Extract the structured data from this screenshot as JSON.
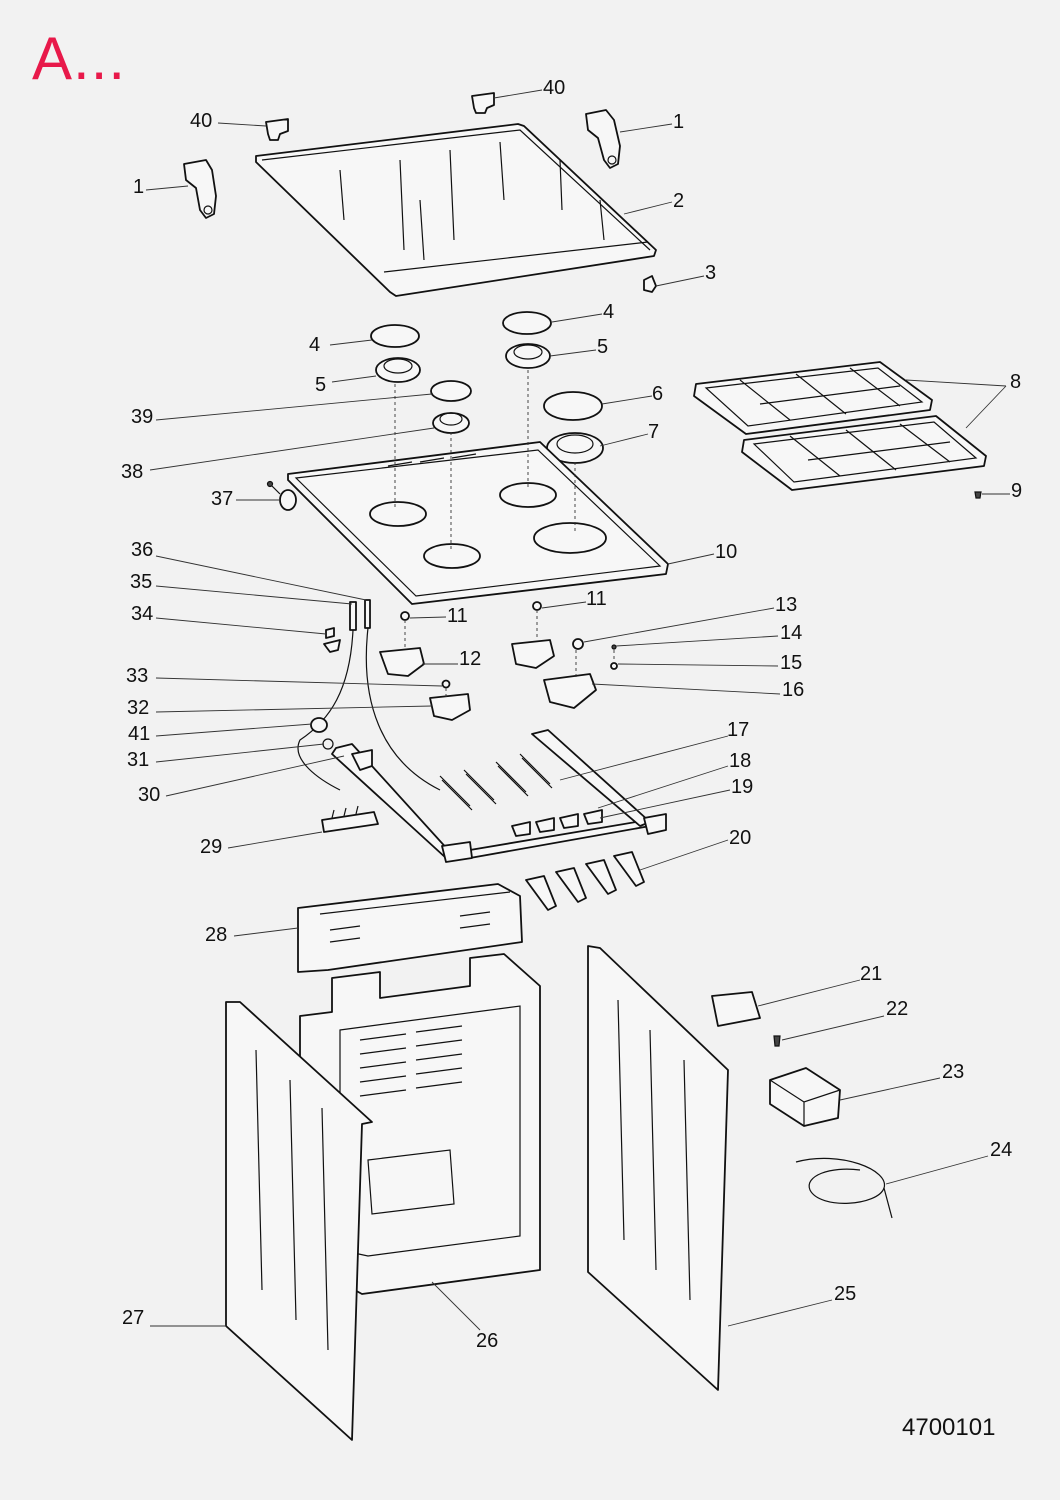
{
  "header": {
    "title": "A..."
  },
  "footer": {
    "document_number": "4700101"
  },
  "callouts": [
    {
      "id": "c40a",
      "label": "40"
    },
    {
      "id": "c40b",
      "label": "40"
    },
    {
      "id": "c1a",
      "label": "1"
    },
    {
      "id": "c1b",
      "label": "1"
    },
    {
      "id": "c2",
      "label": "2"
    },
    {
      "id": "c3",
      "label": "3"
    },
    {
      "id": "c4a",
      "label": "4"
    },
    {
      "id": "c4b",
      "label": "4"
    },
    {
      "id": "c5a",
      "label": "5"
    },
    {
      "id": "c5b",
      "label": "5"
    },
    {
      "id": "c6",
      "label": "6"
    },
    {
      "id": "c7",
      "label": "7"
    },
    {
      "id": "c8",
      "label": "8"
    },
    {
      "id": "c9",
      "label": "9"
    },
    {
      "id": "c10",
      "label": "10"
    },
    {
      "id": "c11a",
      "label": "11"
    },
    {
      "id": "c11b",
      "label": "11"
    },
    {
      "id": "c12",
      "label": "12"
    },
    {
      "id": "c13",
      "label": "13"
    },
    {
      "id": "c14",
      "label": "14"
    },
    {
      "id": "c15",
      "label": "15"
    },
    {
      "id": "c16",
      "label": "16"
    },
    {
      "id": "c17",
      "label": "17"
    },
    {
      "id": "c18",
      "label": "18"
    },
    {
      "id": "c19",
      "label": "19"
    },
    {
      "id": "c20",
      "label": "20"
    },
    {
      "id": "c21",
      "label": "21"
    },
    {
      "id": "c22",
      "label": "22"
    },
    {
      "id": "c23",
      "label": "23"
    },
    {
      "id": "c24",
      "label": "24"
    },
    {
      "id": "c25",
      "label": "25"
    },
    {
      "id": "c26",
      "label": "26"
    },
    {
      "id": "c27",
      "label": "27"
    },
    {
      "id": "c28",
      "label": "28"
    },
    {
      "id": "c29",
      "label": "29"
    },
    {
      "id": "c30",
      "label": "30"
    },
    {
      "id": "c31",
      "label": "31"
    },
    {
      "id": "c32",
      "label": "32"
    },
    {
      "id": "c33",
      "label": "33"
    },
    {
      "id": "c34",
      "label": "34"
    },
    {
      "id": "c35",
      "label": "35"
    },
    {
      "id": "c36",
      "label": "36"
    },
    {
      "id": "c37",
      "label": "37"
    },
    {
      "id": "c38",
      "label": "38"
    },
    {
      "id": "c39",
      "label": "39"
    },
    {
      "id": "c41",
      "label": "41"
    }
  ],
  "colors": {
    "title": "#e8194a",
    "line": "#111111",
    "background": "#f2f2f2"
  }
}
